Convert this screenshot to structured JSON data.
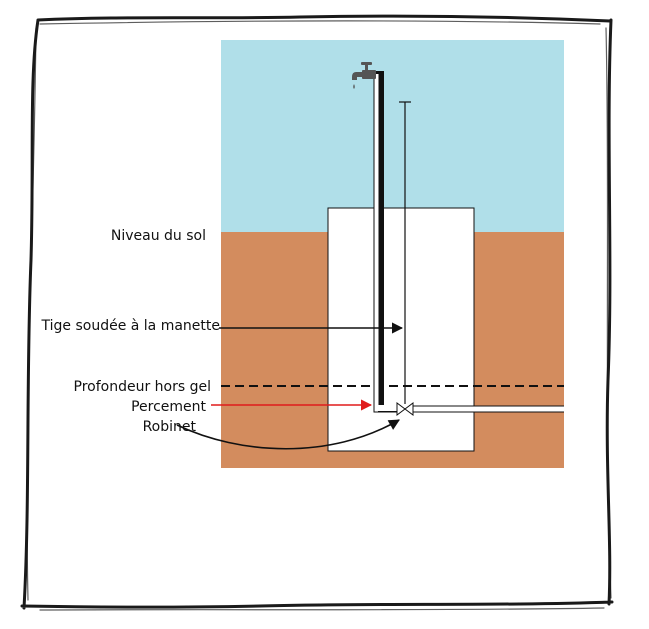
{
  "diagram": {
    "labels": {
      "ground_level": "Niveau du sol",
      "rod": "Tige soudée à la manette",
      "frost_depth": "Profondeur hors gel",
      "drain_hole": "Percement",
      "valve": "Robinet"
    },
    "colors": {
      "sky": "#b0dfe9",
      "soil": "#d38c5e",
      "pit": "#ffffff",
      "ink": "#111111",
      "pointer_red": "#e01b1b",
      "frame": "#1a1a1a"
    },
    "icons": [
      "faucet-icon",
      "valve-icon"
    ]
  }
}
